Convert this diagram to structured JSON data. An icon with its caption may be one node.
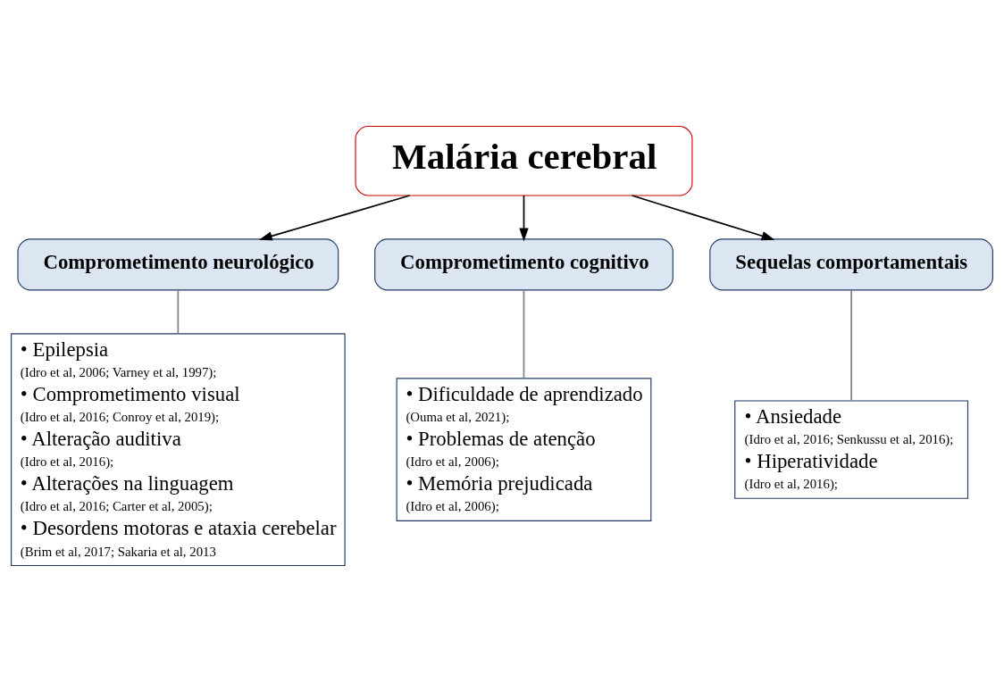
{
  "diagram": {
    "nodes": [
      {
        "text": [
          "Malária cerebral"
        ]
      },
      {
        "text": [
          "Comprometimento neurológico"
        ]
      },
      {
        "text": [
          "Comprometimento cognitivo"
        ]
      },
      {
        "text": [
          "Sequelas comportamentais"
        ]
      },
      {
        "text": [
          "• Epilepsia",
          "(Idro et al, 2006; Varney et al, 1997);",
          "• Comprometimento visual",
          "(Idro et al, 2016; Conroy et al, 2019);",
          "• Alteração auditiva",
          "(Idro et al, 2016);",
          "• Alterações na linguagem",
          "(Idro et al, 2016; Carter et al, 2005);",
          "• Desordens motoras e ataxia cerebelar",
          "(Brim et al, 2017; Sakaria et al, 2013"
        ]
      },
      {
        "text": [
          "• Dificuldade de aprendizado",
          "(Ouma et al, 2021);",
          "• Problemas de atenção",
          "(Idro et al, 2006);",
          "• Memória prejudicada",
          "(Idro et al, 2006);"
        ]
      },
      {
        "text": [
          "• Ansiedade",
          "(Idro et al, 2016; Senkussu et al, 2016);",
          "• Hiperatividade",
          "(Idro et al, 2016);"
        ]
      }
    ],
    "edges": [
      {
        "from": 0,
        "to": 1,
        "arrow": "to"
      },
      {
        "from": 0,
        "to": 2,
        "arrow": "to"
      },
      {
        "from": 0,
        "to": 3,
        "arrow": "to"
      },
      {
        "from": 1,
        "to": 4,
        "arrow": "none",
        "color": "#808080"
      },
      {
        "from": 2,
        "to": 5,
        "arrow": "none",
        "color": "#808080"
      },
      {
        "from": 3,
        "to": 6,
        "arrow": "none",
        "color": "#808080"
      }
    ]
  }
}
